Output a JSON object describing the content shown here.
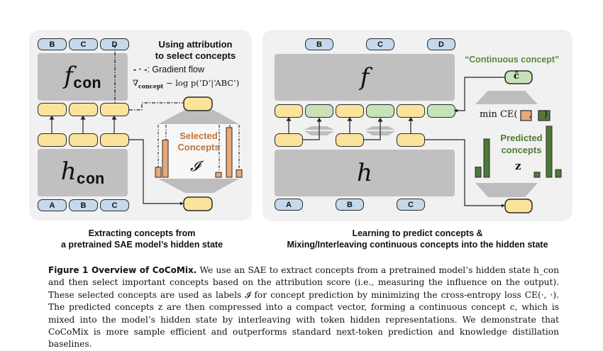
{
  "left_panel": {
    "title_line1": "Using attribution",
    "title_line2": "to select concepts",
    "legend_symbol": "- · -",
    "legend_label": ": Gradient flow",
    "gradient_formula": "∇concept − log p(‘D’|‘ABC’)",
    "gradient_nabla": "∇",
    "gradient_sub": "concept",
    "gradient_rest": " − log p(‘D’|‘ABC’)",
    "top_tokens": [
      "B",
      "C",
      "D"
    ],
    "bottom_tokens": [
      "A",
      "B",
      "C"
    ],
    "upper_block": {
      "symbol": "f",
      "subscript": "con"
    },
    "lower_block": {
      "symbol": "h",
      "subscript": "con"
    },
    "selected_label_line1": "Selected",
    "selected_label_line2": "Concepts",
    "selected_symbol": "𝓘",
    "selected_bars": [
      0.2,
      0.75,
      0.1,
      1.0,
      0.15
    ],
    "caption_line1": "Extracting concepts from",
    "caption_line2": "a pretrained SAE model’s hidden state"
  },
  "right_panel": {
    "continuous_label": "“Continuous concept”",
    "c_hat": "ĉ",
    "top_tokens": [
      "B",
      "C",
      "D"
    ],
    "bottom_tokens": [
      "A",
      "B",
      "C"
    ],
    "upper_block": {
      "symbol": "f"
    },
    "lower_block": {
      "symbol": "h"
    },
    "loss_prefix": "min CE(",
    "loss_sep": ",",
    "loss_suffix": ")",
    "predicted_label_line1": "Predicted",
    "predicted_label_line2": "concepts",
    "z_symbol": "z",
    "predicted_bars": [
      0.2,
      0.75,
      0.1,
      1.0,
      0.15
    ],
    "caption_line1": "Learning to predict concepts &",
    "caption_line2": "Mixing/Interleaving continuous concepts into the hidden state"
  },
  "colors": {
    "panel_bg": "#f1f1f1",
    "block_gray": "#c0c0c0",
    "token_blue": "#c6d9ec",
    "hidden_yellow": "#fbe39b",
    "concept_green": "#c8e2b8",
    "selected_orange": "#e9a878",
    "selected_text": "#c0733a",
    "predicted_green": "#4e7a37",
    "continuous_text": "#5a8a3c"
  },
  "figure_caption": {
    "lead": "Figure 1  Overview of CoCoMix.",
    "body": " We use an SAE to extract concepts from a pretrained model’s hidden state h_con and then select important concepts based on the attribution score (i.e., measuring the influence on the output). These selected concepts are used as labels 𝓘 for concept prediction by minimizing the cross-entropy loss CE(·, ·). The predicted concepts z are then compressed into a compact vector, forming a continuous concept c, which is mixed into the model’s hidden state by interleaving with token hidden representations. We demonstrate that CoCoMix is more sample efficient and outperforms standard next-token prediction and knowledge distillation baselines."
  }
}
